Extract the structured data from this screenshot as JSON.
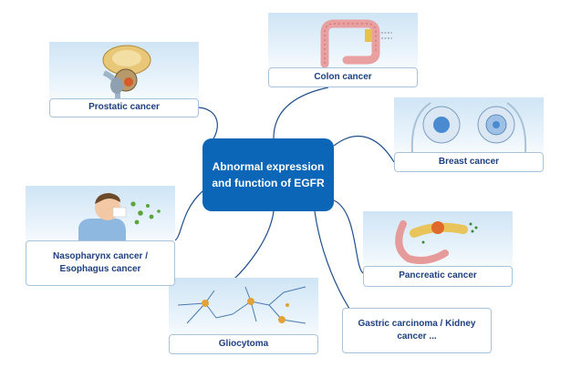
{
  "center": {
    "line1": "Abnormal expression",
    "line2": "and function of EGFR"
  },
  "nodes": {
    "prostatic": {
      "label": "Prostatic cancer",
      "icon": "prostate-icon"
    },
    "colon": {
      "label": "Colon cancer",
      "icon": "colon-icon"
    },
    "breast": {
      "label": "Breast cancer",
      "icon": "breast-icon"
    },
    "pancreatic": {
      "label": "Pancreatic cancer",
      "icon": "pancreas-icon"
    },
    "gastric": {
      "line1": "Gastric carcinoma / Kidney",
      "line2": "cancer ..."
    },
    "glio": {
      "label": "Gliocytoma",
      "icon": "neuron-icon"
    },
    "naso": {
      "line1": "Nasopharynx cancer /",
      "line2": "Esophagus cancer",
      "icon": "sneezing-person-icon"
    }
  },
  "colors": {
    "central": "#0b66b8",
    "label_text": "#1d3f80",
    "connector": "#1f4f8a",
    "label_border": "#a8c3dc"
  }
}
